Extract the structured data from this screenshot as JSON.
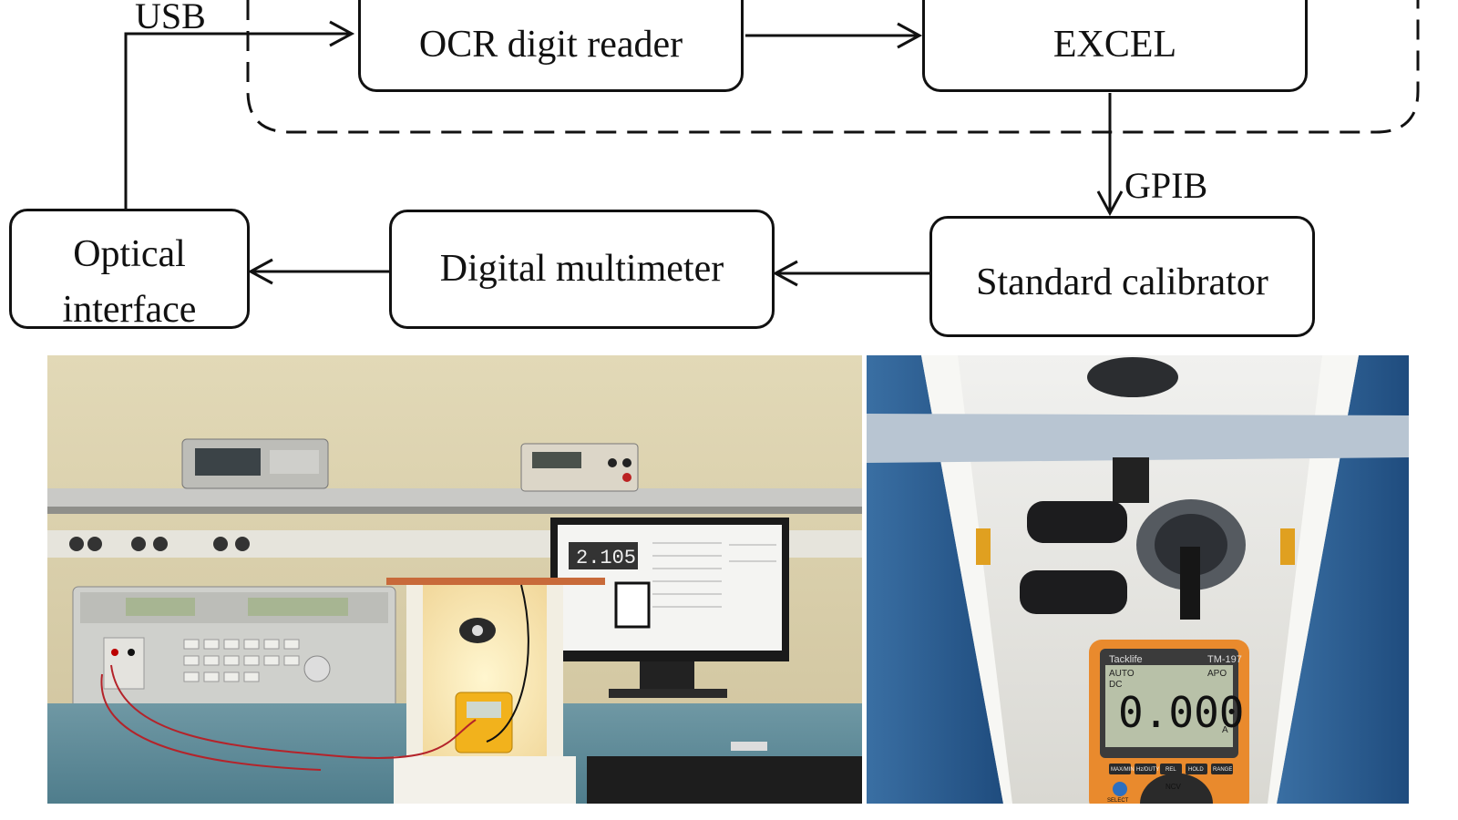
{
  "diagram": {
    "boxes": {
      "ocr": "OCR digit reader",
      "excel": "EXCEL",
      "optical_line1": "Optical",
      "optical_line2": "interface",
      "multimeter": "Digital multimeter",
      "calibrator": "Standard calibrator"
    },
    "labels": {
      "usb": "USB",
      "gpib": "GPIB"
    }
  },
  "photos": {
    "bench": {
      "monitor_text": "2.105"
    },
    "closeup": {
      "meter_brand": "Tacklife",
      "meter_model": "TM-197",
      "mode_auto": "AUTO",
      "mode_apo": "APO",
      "mode_dc": "DC",
      "reading": "0.000",
      "unit": "A",
      "buttons": [
        "MAX/MIN",
        "Hz/DUTY",
        "REL",
        "HOLD",
        "RANGE"
      ],
      "select_label": "SELECT",
      "ncv_label": "NCV"
    }
  },
  "colors": {
    "line": "#111111",
    "wall": "#ddd3b0",
    "bench_top": "#5b8a9a",
    "meter_orange": "#e98a2d",
    "lcd": "#b8c1a8"
  }
}
